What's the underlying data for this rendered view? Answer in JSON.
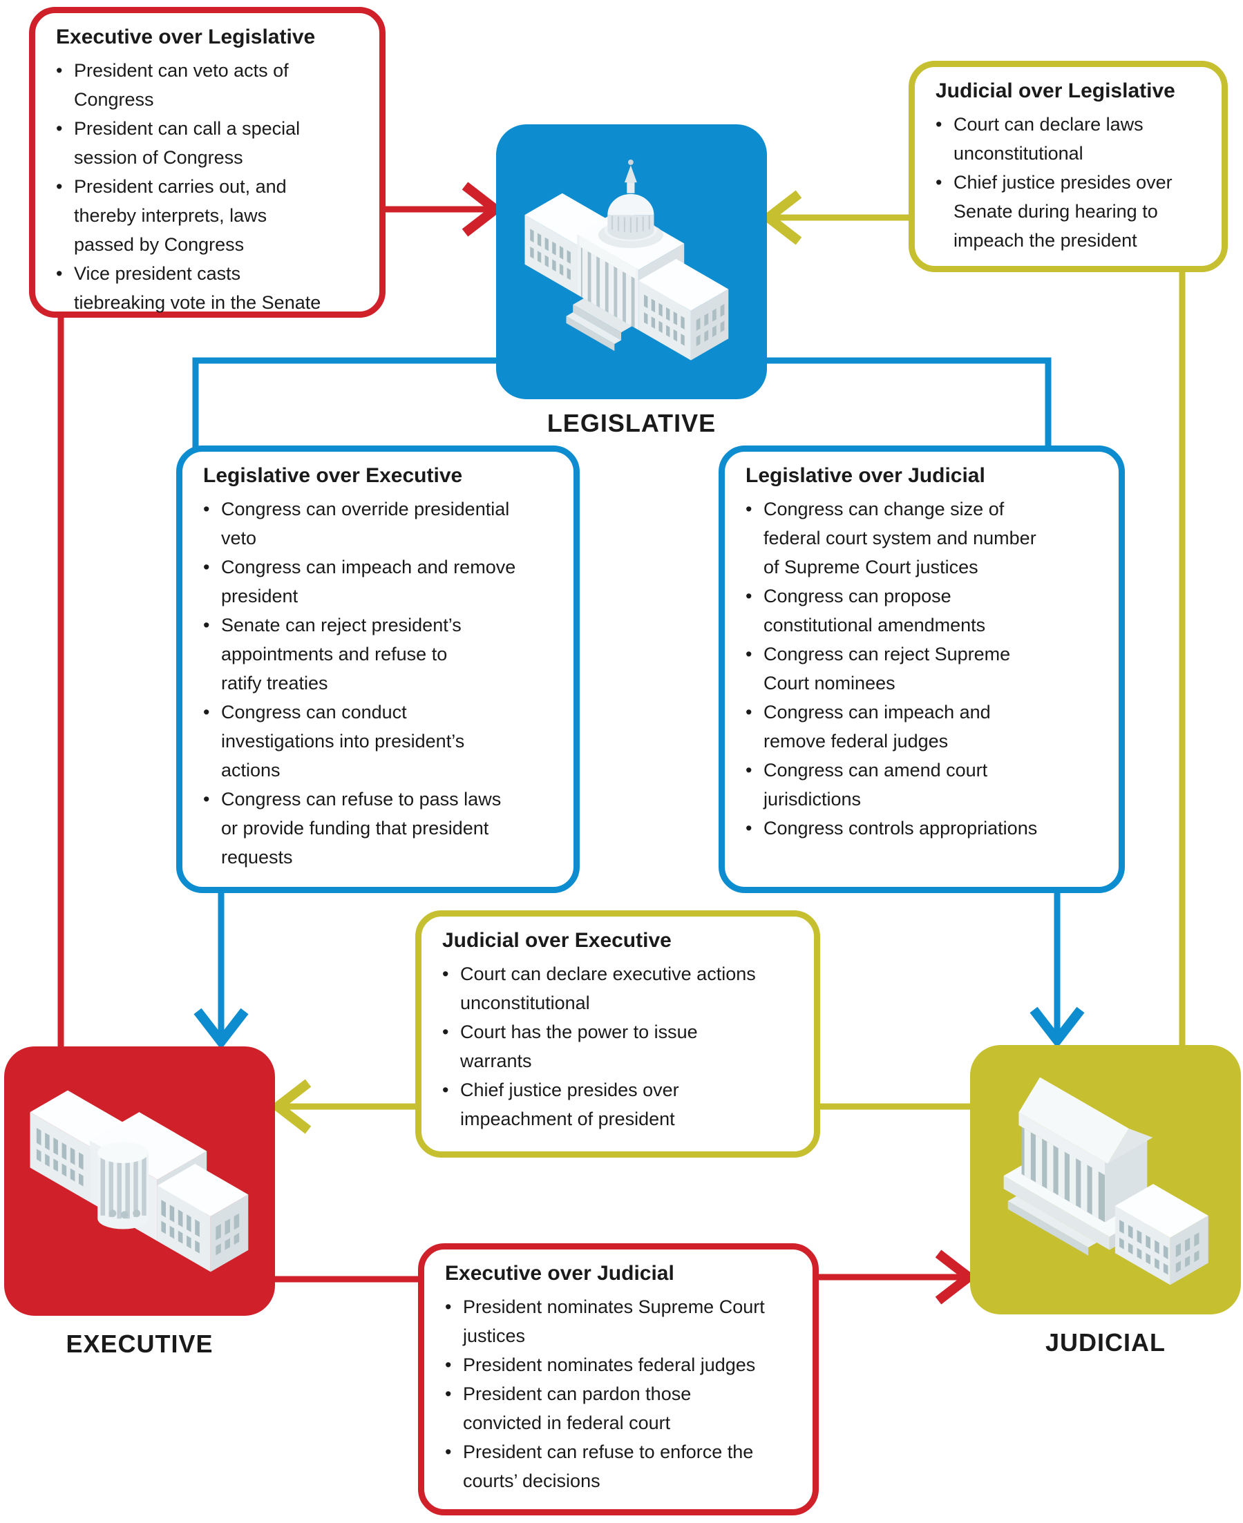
{
  "ui": {
    "bullet": "•"
  },
  "palette": {
    "legislative_blue": "#0d8ccf",
    "executive_red": "#d0202a",
    "judicial_yellow": "#c6bf2f",
    "text": "#1a1a1a",
    "background": "#ffffff"
  },
  "nodes": {
    "legislative": {
      "label": "LEGISLATIVE",
      "icon": "capitol-building-icon"
    },
    "executive": {
      "label": "EXECUTIVE",
      "icon": "white-house-icon"
    },
    "judicial": {
      "label": "JUDICIAL",
      "icon": "supreme-court-icon"
    }
  },
  "panels": {
    "executive_over_legislative": {
      "title": "Executive over Legislative",
      "bullets": [
        "President can veto acts of\nCongress",
        "President can call a special\nsession of Congress",
        "President carries out, and\nthereby interprets, laws\npassed by Congress",
        "Vice president casts\ntiebreaking vote in the Senate"
      ]
    },
    "judicial_over_legislative": {
      "title": "Judicial over Legislative",
      "bullets": [
        "Court can declare laws\nunconstitutional",
        "Chief justice presides over\nSenate during hearing to\nimpeach the president"
      ]
    },
    "legislative_over_executive": {
      "title": "Legislative over Executive",
      "bullets": [
        "Congress can override presidential\nveto",
        "Congress can impeach and remove\npresident",
        "Senate can reject president’s\nappointments and refuse to\nratify treaties",
        "Congress can conduct\ninvestigations into president’s\nactions",
        "Congress can refuse to pass laws\nor provide funding that president\nrequests"
      ]
    },
    "legislative_over_judicial": {
      "title": "Legislative over Judicial",
      "bullets": [
        "Congress can change size of\nfederal court system and number\nof Supreme Court justices",
        "Congress can propose\nconstitutional amendments",
        "Congress can reject Supreme\nCourt nominees",
        "Congress can impeach and\nremove federal judges",
        "Congress can amend court\njurisdictions",
        "Congress controls appropriations"
      ]
    },
    "judicial_over_executive": {
      "title": "Judicial over Executive",
      "bullets": [
        "Court can declare executive actions\nunconstitutional",
        "Court has the power to issue\nwarrants",
        "Chief justice presides over\nimpeachment of president"
      ]
    },
    "executive_over_judicial": {
      "title": "Executive over Judicial",
      "bullets": [
        "President nominates Supreme Court\njustices",
        "President nominates federal judges",
        "President can pardon those\nconvicted in federal court",
        "President can refuse to enforce the\ncourts’ decisions"
      ]
    }
  },
  "connections": [
    {
      "from": "executive",
      "to": "legislative",
      "color": "executive_red"
    },
    {
      "from": "judicial",
      "to": "legislative",
      "color": "judicial_yellow"
    },
    {
      "from": "legislative",
      "to": "executive",
      "color": "legislative_blue"
    },
    {
      "from": "legislative",
      "to": "judicial",
      "color": "legislative_blue"
    },
    {
      "from": "judicial",
      "to": "executive",
      "color": "judicial_yellow"
    },
    {
      "from": "executive",
      "to": "judicial",
      "color": "executive_red"
    }
  ]
}
